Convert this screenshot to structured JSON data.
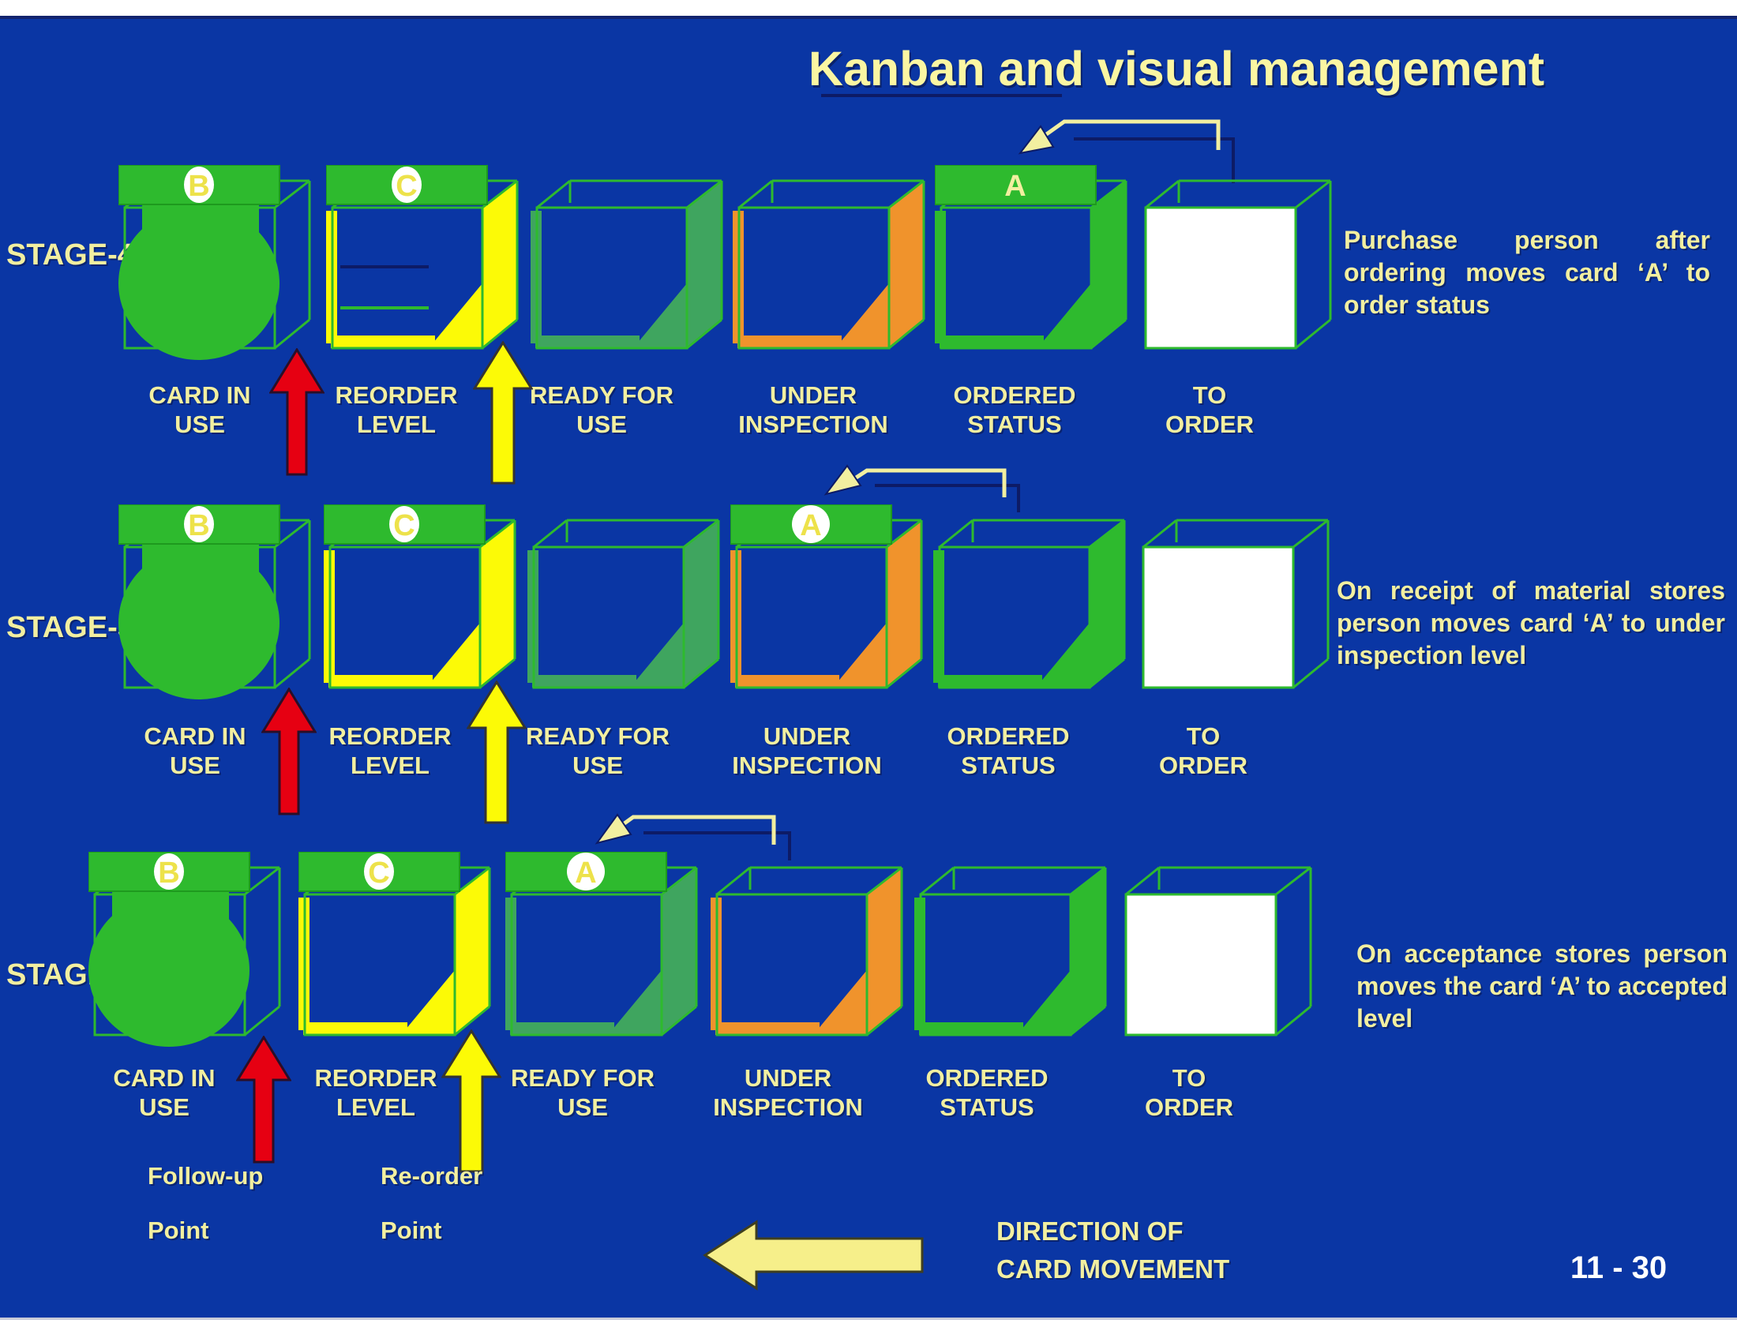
{
  "title": "Kanban and visual management",
  "page_number": "11 - 30",
  "column_labels": [
    [
      "CARD IN",
      "USE"
    ],
    [
      "REORDER",
      "LEVEL"
    ],
    [
      "READY FOR",
      "USE"
    ],
    [
      "UNDER",
      "INSPECTION"
    ],
    [
      "ORDERED",
      "STATUS"
    ],
    [
      "TO",
      "ORDER"
    ]
  ],
  "rows": [
    {
      "stage": "STAGE-4",
      "annotation": "Purchase person after ordering moves card ‘A’ to order status",
      "boxes": [
        {
          "variant": "blob",
          "card": "B",
          "card_style": "oval"
        },
        {
          "variant": "accent",
          "accent": "yellow",
          "card": "C",
          "card_style": "oval",
          "inner_lines": true
        },
        {
          "variant": "accent",
          "accent": "seagreen"
        },
        {
          "variant": "accent",
          "accent": "orange"
        },
        {
          "variant": "accent",
          "accent": "green",
          "card": "A",
          "card_style": "plain"
        },
        {
          "variant": "empty"
        }
      ]
    },
    {
      "stage": "STAGE-5",
      "annotation": "On receipt of material stores person moves card ‘A’ to under inspection level",
      "boxes": [
        {
          "variant": "blob",
          "card": "B",
          "card_style": "oval"
        },
        {
          "variant": "accent",
          "accent": "yellow",
          "card": "C",
          "card_style": "oval"
        },
        {
          "variant": "accent",
          "accent": "seagreen"
        },
        {
          "variant": "accent",
          "accent": "orange",
          "card": "A",
          "card_style": "circle"
        },
        {
          "variant": "accent",
          "accent": "green"
        },
        {
          "variant": "empty"
        }
      ]
    },
    {
      "stage": "STAGE-6",
      "annotation": "On acceptance stores person moves the card ‘A’ to accepted level",
      "boxes": [
        {
          "variant": "blob",
          "card": "B",
          "card_style": "oval"
        },
        {
          "variant": "accent",
          "accent": "yellow",
          "card": "C",
          "card_style": "oval"
        },
        {
          "variant": "accent",
          "accent": "seagreen",
          "card": "A",
          "card_style": "circle"
        },
        {
          "variant": "accent",
          "accent": "orange"
        },
        {
          "variant": "accent",
          "accent": "green"
        },
        {
          "variant": "empty"
        }
      ]
    }
  ],
  "footer": {
    "follow_up_lines": [
      "Follow-up",
      "Point"
    ],
    "reorder_lines": [
      "Re-order",
      "Point"
    ],
    "direction_lines": [
      "DIRECTION OF",
      "CARD MOVEMENT"
    ]
  },
  "colors": {
    "slide_blue": "#0A36A4",
    "pale_yellow": "#F2EFA0",
    "bright_yellow": "#FCFA06",
    "green": "#2EBA2E",
    "seagreen": "#3FA55F",
    "orange": "#F0932C",
    "red": "#E60012",
    "navy_line": "#0D1B66",
    "white": "#FFFFFF"
  }
}
